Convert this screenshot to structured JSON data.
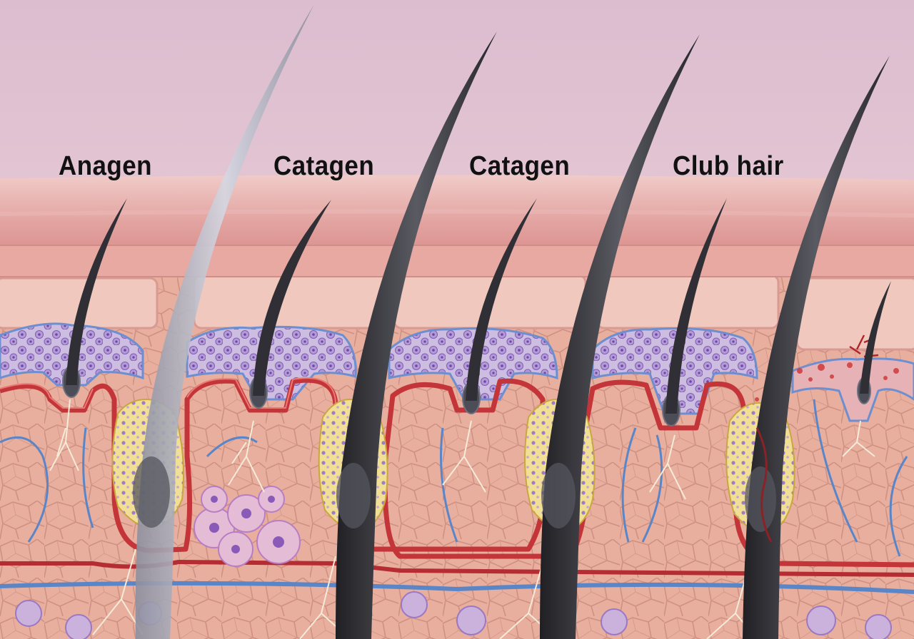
{
  "labels": [
    "Anagen",
    "Catagen",
    "Catagen",
    "Club hair"
  ],
  "colors": {
    "sky_top": "#e2c2d4",
    "sky_bottom": "#f1d4d6",
    "epidermis": "#e4a6a2",
    "dermis": "#e6aa9a",
    "cell_outline": "#c98c80",
    "blood_vessel": "#c4353a",
    "vein": "#5a86c8",
    "matrix_cells": "#8f6cc2",
    "follicle_sheath": "#efd98a",
    "hair_shaft": "#3c3c42",
    "nerve": "#f6ead8"
  }
}
